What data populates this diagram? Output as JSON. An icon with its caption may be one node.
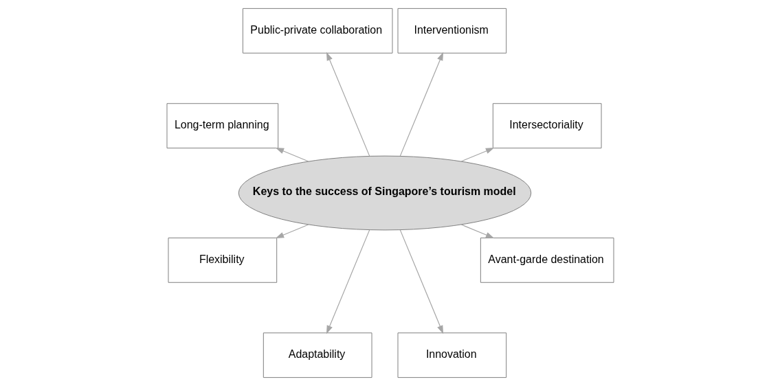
{
  "diagram": {
    "nodes": [
      {
        "text": [
          "Keys to the success of Singapore’s tourism model"
        ]
      },
      {
        "text": [
          "Intersectoriality"
        ]
      },
      {
        "text": [
          "Interventionism"
        ]
      },
      {
        "text": [
          "Public-private collaboration"
        ]
      },
      {
        "text": [
          "Long-term planning"
        ]
      },
      {
        "text": [
          "Flexibility"
        ]
      },
      {
        "text": [
          "Adaptability"
        ]
      },
      {
        "text": [
          "Innovation"
        ]
      },
      {
        "text": [
          "Avant-garde destination"
        ]
      }
    ],
    "edges": [
      {
        "from": 0,
        "to": 1,
        "arrow": "to"
      },
      {
        "from": 0,
        "to": 2,
        "arrow": "to"
      },
      {
        "from": 0,
        "to": 3,
        "arrow": "to"
      },
      {
        "from": 0,
        "to": 4,
        "arrow": "to"
      },
      {
        "from": 0,
        "to": 5,
        "arrow": "to"
      },
      {
        "from": 0,
        "to": 6,
        "arrow": "to"
      },
      {
        "from": 0,
        "to": 7,
        "arrow": "to"
      },
      {
        "from": 0,
        "to": 8,
        "arrow": "to"
      }
    ]
  }
}
